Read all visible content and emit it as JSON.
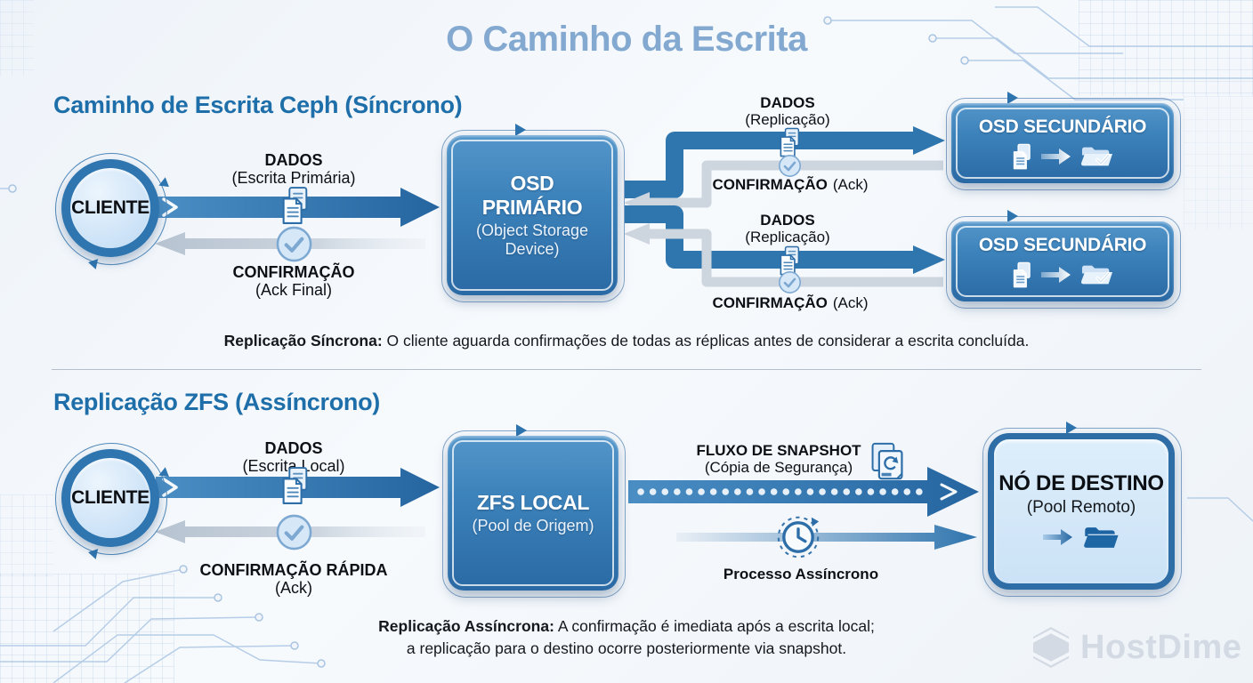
{
  "title": "O Caminho da Escrita",
  "colors": {
    "accent_blue": "#2e75ad",
    "heading_blue": "#1e6fa9",
    "title_blue": "#84a9d0",
    "gray_arrow": "#cdd5df",
    "light_panel": "#cfe4f7",
    "panel_border": "#2e6da6",
    "watermark_gray": "#d3dae3"
  },
  "icons": {
    "data_document": "document-pages-icon",
    "ack": "check-circle-icon",
    "snapshot": "snapshot-documents-icon",
    "async_clock": "async-clock-icon",
    "secondary_store": "folder-check-icon",
    "destination_store": "folder-icon",
    "flow_arrow": "arrow-right-icon",
    "brand": "hostdime-hexagon-icon"
  },
  "ceph": {
    "heading": "Caminho de Escrita Ceph (Síncrono)",
    "client": "CLIENTE",
    "write": {
      "label": "DADOS",
      "sub": "(Escrita Primária)"
    },
    "ack": {
      "label": "CONFIRMAÇÃO",
      "sub": "(Ack Final)"
    },
    "osd_primary": {
      "title": "OSD PRIMÁRIO",
      "sub": "(Object Storage Device)"
    },
    "rep_top": {
      "label": "DADOS",
      "sub": "(Replicação)"
    },
    "ack_top": {
      "label": "CONFIRMAÇÃO",
      "sub": "(Ack)"
    },
    "rep_bottom": {
      "label": "DADOS",
      "sub": "(Replicação)"
    },
    "ack_bottom": {
      "label": "CONFIRMAÇÃO",
      "sub": "(Ack)"
    },
    "osd_sec_top": {
      "title": "OSD SECUNDÁRIO"
    },
    "osd_sec_bottom": {
      "title": "OSD SECUNDÁRIO"
    },
    "caption": {
      "strong": "Replicação Síncrona:",
      "text": "O cliente aguarda confirmações de todas as réplicas antes de considerar a escrita concluída."
    }
  },
  "zfs": {
    "heading": "Replicação ZFS (Assíncrono)",
    "client": "CLIENTE",
    "write": {
      "label": "DADOS",
      "sub": "(Escrita Local)"
    },
    "ack": {
      "label": "CONFIRMAÇÃO RÁPIDA",
      "sub": "(Ack)"
    },
    "local": {
      "title": "ZFS LOCAL",
      "sub": "(Pool de Origem)"
    },
    "snapshot": {
      "label": "FLUXO DE SNAPSHOT",
      "sub": "(Cópia de Segurança)"
    },
    "process": {
      "label": "Processo Assíncrono"
    },
    "dest": {
      "title": "NÓ DE DESTINO",
      "sub": "(Pool Remoto)"
    },
    "caption": {
      "strong": "Replicação Assíncrona:",
      "line1": "A confirmação é imediata após a escrita local;",
      "line2": "a replicação para o destino ocorre posteriormente via snapshot."
    }
  },
  "brand": {
    "name": "HostDime"
  }
}
